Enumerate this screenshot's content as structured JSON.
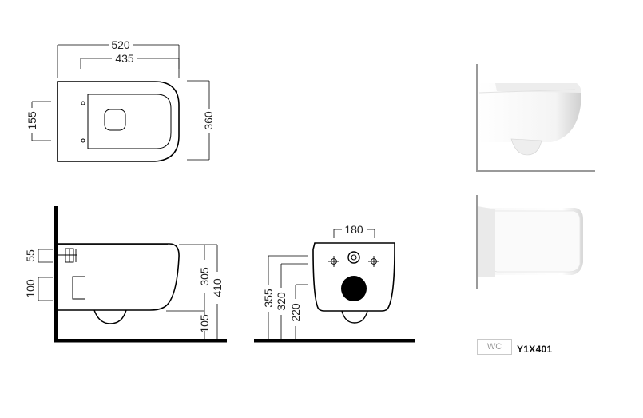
{
  "top_view": {
    "overall_length": "520",
    "bowl_length": "435",
    "depth": "360",
    "fixing_spacing": "155"
  },
  "side_view": {
    "inlet_height": "55",
    "outlet_height": "100",
    "rim_height": "305",
    "overall_height": "410",
    "floor_clearance": "105"
  },
  "rear_view": {
    "bolt_spacing": "180",
    "dim_355": "355",
    "dim_320": "320",
    "dim_220": "220"
  },
  "product": {
    "badge": "WC",
    "model": "Y1X401"
  }
}
